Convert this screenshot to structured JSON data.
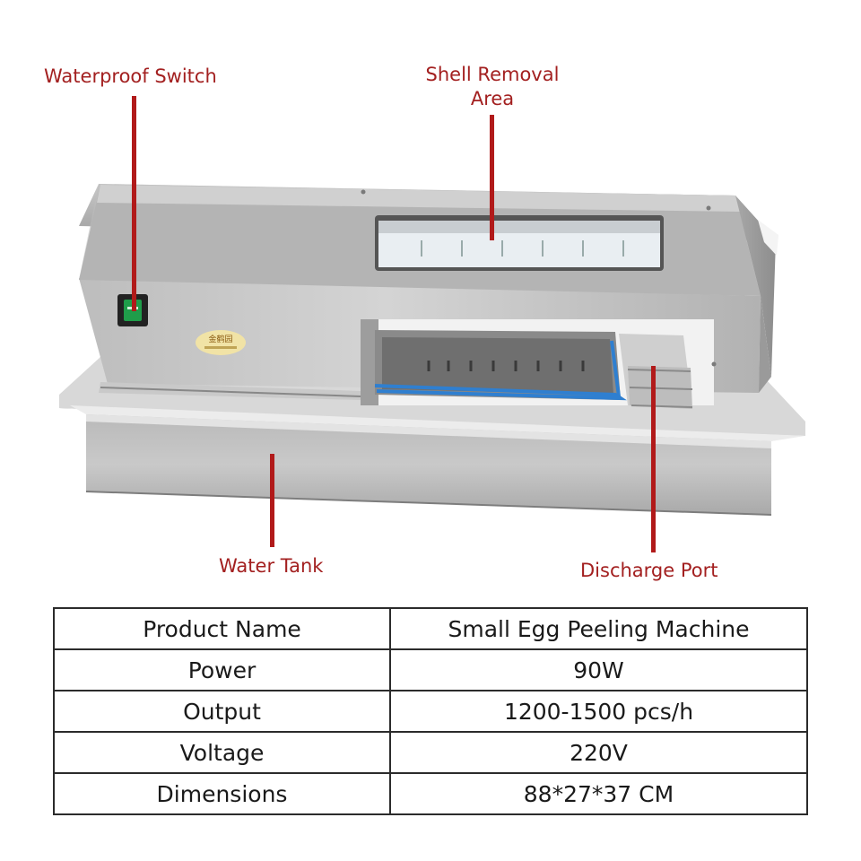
{
  "callouts": {
    "waterproof_switch": "Waterproof Switch",
    "shell_removal_area": "Shell Removal\nArea",
    "water_tank": "Water Tank",
    "discharge_port": "Discharge Port"
  },
  "logo_text": "金鹤园",
  "specs": [
    {
      "label": "Product Name",
      "value": "Small Egg Peeling Machine"
    },
    {
      "label": "Power",
      "value": "90W"
    },
    {
      "label": "Output",
      "value": "1200-1500 pcs/h"
    },
    {
      "label": "Voltage",
      "value": "220V"
    },
    {
      "label": "Dimensions",
      "value": "88*27*37 CM"
    }
  ],
  "colors": {
    "callout_text": "#a32020",
    "pointer": "#b11a1a",
    "switch": "#1f9d4a",
    "tray": "#2f7fd0",
    "steel": "#c2c2c2"
  }
}
